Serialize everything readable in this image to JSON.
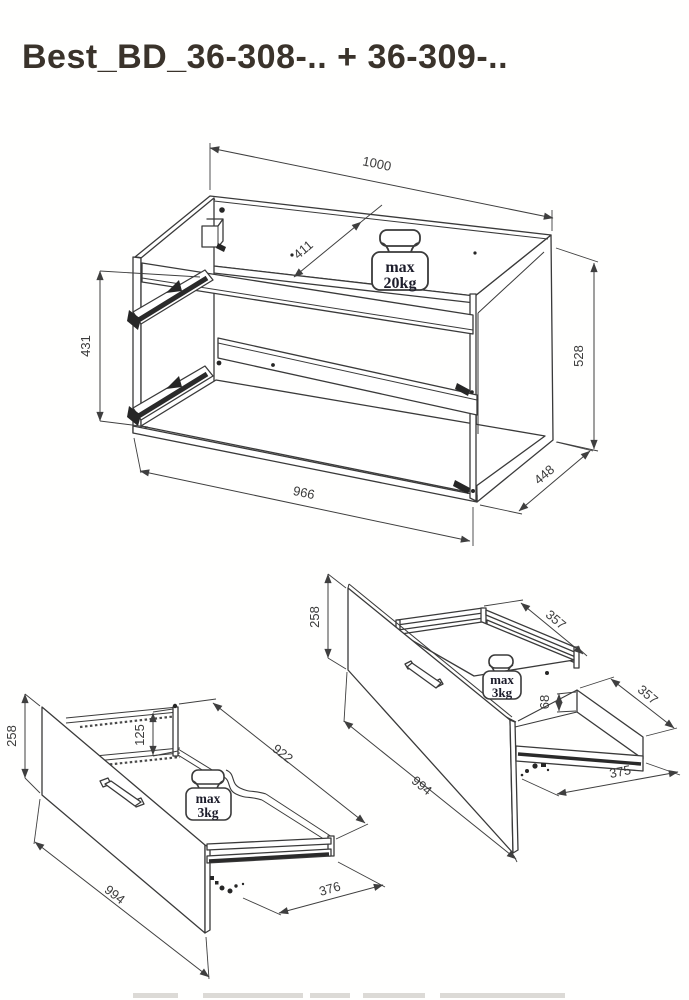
{
  "title": "Best_BD_36-308-.. + 36-309-..",
  "accent_color": "#3a332b",
  "line_color": "#3a3a3a",
  "cabinet": {
    "dims": {
      "top_width": "1000",
      "inner_depth": "411",
      "slide_span": "431",
      "side_height": "528",
      "front_width": "966",
      "side_depth": "448"
    },
    "weight_badge": {
      "line1": "max",
      "line2": "20kg"
    }
  },
  "drawer_left": {
    "dims": {
      "front_height": "258",
      "gallery_height": "125",
      "inner_width": "922",
      "front_width": "994",
      "runner_depth": "376"
    },
    "weight_badge": {
      "line1": "max",
      "line2": "3kg"
    }
  },
  "drawer_right": {
    "dims": {
      "front_height": "258",
      "top_depth": "357",
      "side_height": "68",
      "side_depth": "357",
      "front_width": "994",
      "runner_depth": "375"
    },
    "weight_badge": {
      "line1": "max",
      "line2": "3kg"
    }
  }
}
